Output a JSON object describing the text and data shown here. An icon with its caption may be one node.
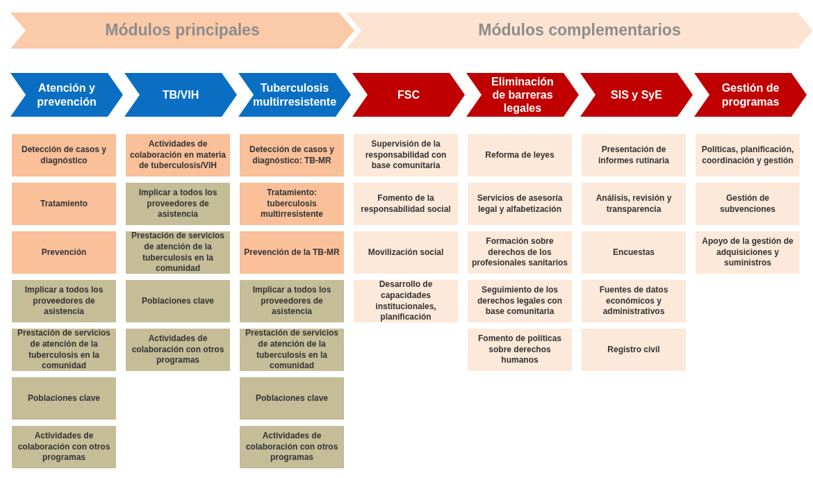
{
  "diagram": {
    "nodes": [
      {
        "text": [
          "Módulos principales"
        ]
      },
      {
        "text": [
          "Módulos complementarios"
        ]
      },
      {
        "text": [
          "Atención y prevención"
        ]
      },
      {
        "text": [
          "TB/VIH"
        ]
      },
      {
        "text": [
          "Tuberculosis multirresistente"
        ]
      },
      {
        "text": [
          "FSC"
        ]
      },
      {
        "text": [
          "Eliminación de barreras legales"
        ]
      },
      {
        "text": [
          "SIS y SyE"
        ]
      },
      {
        "text": [
          "Gestión de programas"
        ]
      },
      {
        "text": [
          "Detección de casos y diagnóstico"
        ]
      },
      {
        "text": [
          "Tratamiento"
        ]
      },
      {
        "text": [
          "Prevención"
        ]
      },
      {
        "text": [
          "Implicar a todos los proveedores de asistencia"
        ]
      },
      {
        "text": [
          "Prestación de servicios de atención de la tuberculosis en la comunidad"
        ]
      },
      {
        "text": [
          "Poblaciones clave"
        ]
      },
      {
        "text": [
          "Actividades de colaboración con otros programas"
        ]
      },
      {
        "text": [
          "Actividades de colaboración en materia de tuberculosis/VIH"
        ]
      },
      {
        "text": [
          "Implicar a todos los proveedores de asistencia"
        ]
      },
      {
        "text": [
          "Prestación de servicios de atención de la tuberculosis en la comunidad"
        ]
      },
      {
        "text": [
          "Poblaciones clave"
        ]
      },
      {
        "text": [
          "Actividades de colaboración con otros programas"
        ]
      },
      {
        "text": [
          "Detección de casos y diagnóstico: TB-MR"
        ]
      },
      {
        "text": [
          "Tratamiento: tuberculosis multirresistente"
        ]
      },
      {
        "text": [
          "Prevención de la TB-MR"
        ]
      },
      {
        "text": [
          "Implicar a todos los proveedores de asistencia"
        ]
      },
      {
        "text": [
          "Prestación de servicios de atención de la tuberculosis en la comunidad"
        ]
      },
      {
        "text": [
          "Poblaciones clave"
        ]
      },
      {
        "text": [
          "Actividades de colaboración con otros programas"
        ]
      },
      {
        "text": [
          "Supervisión de la responsabilidad con base comunitaria"
        ]
      },
      {
        "text": [
          "Fomento de la responsabilidad social"
        ]
      },
      {
        "text": [
          "Movilización social"
        ]
      },
      {
        "text": [
          "Desarrollo de capacidades institucionales, planificación"
        ]
      },
      {
        "text": [
          "Reforma de leyes"
        ]
      },
      {
        "text": [
          "Servicios de asesoría legal y alfabetización"
        ]
      },
      {
        "text": [
          "Formación sobre derechos de los profesionales sanitarios"
        ]
      },
      {
        "text": [
          "Seguimiento de los derechos legales con base comunitaria"
        ]
      },
      {
        "text": [
          "Fomento de políticas sobre derechos humanos"
        ]
      },
      {
        "text": [
          "Presentación de informes rutinaria"
        ]
      },
      {
        "text": [
          "Análisis, revisión y transparencia"
        ]
      },
      {
        "text": [
          "Encuestas"
        ]
      },
      {
        "text": [
          "Fuentes de datos económicos y administrativos"
        ]
      },
      {
        "text": [
          "Registro civil"
        ]
      },
      {
        "text": [
          "Políticas, planificación, coordinación y gestión"
        ]
      },
      {
        "text": [
          "Gestión de subvenciones"
        ]
      },
      {
        "text": [
          "Apoyo de la gestión de adquisiciones y suministros"
        ]
      }
    ]
  }
}
